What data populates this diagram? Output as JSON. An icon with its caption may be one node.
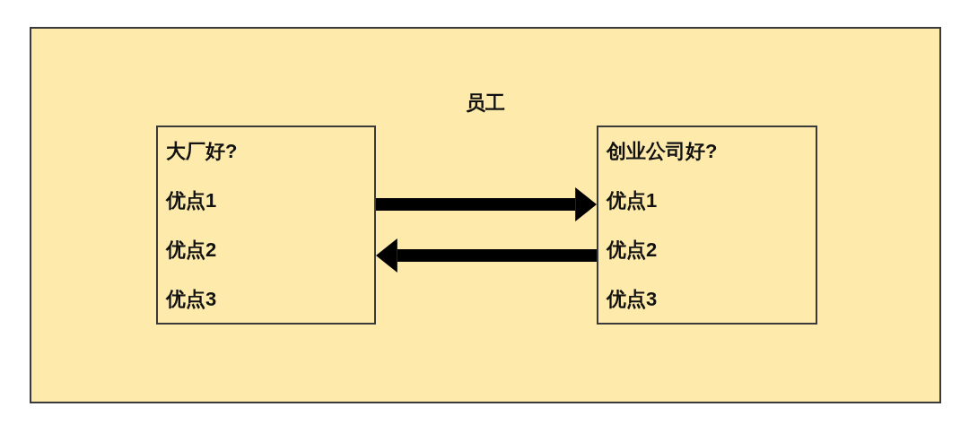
{
  "diagram": {
    "nodes": [
      {
        "text": [
          "员工"
        ]
      },
      {
        "text": [
          "大厂好?",
          "优点1",
          "优点2",
          "优点3"
        ],
        "in": 0
      },
      {
        "text": [
          "创业公司好?",
          "优点1",
          "优点2",
          "优点3"
        ],
        "in": 0
      }
    ],
    "edges": [
      {
        "from": 1,
        "to": 2,
        "arrow": "to"
      },
      {
        "from": 2,
        "to": 1,
        "arrow": "to"
      }
    ]
  }
}
